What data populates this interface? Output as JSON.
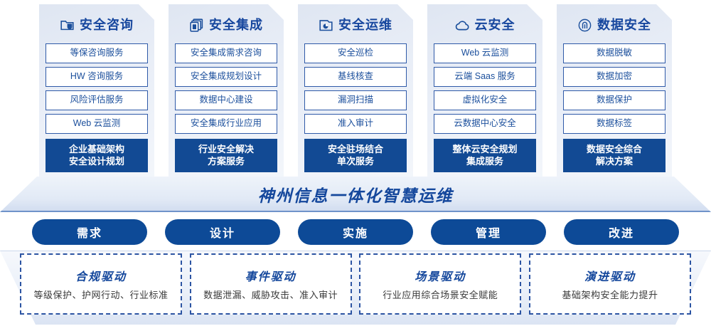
{
  "columns": [
    {
      "icon": "folder-shield-icon",
      "title": "安全咨询",
      "items": [
        "等保咨询服务",
        "HW 咨询服务",
        "风险评估服务",
        "Web 云监测"
      ],
      "summary": [
        "企业基础架构",
        "安全设计规划"
      ]
    },
    {
      "icon": "layers-document-icon",
      "title": "安全集成",
      "items": [
        "安全集成需求咨询",
        "安全集成规划设计",
        "数据中心建设",
        "安全集成行业应用"
      ],
      "summary": [
        "行业安全解决",
        "方案服务"
      ]
    },
    {
      "icon": "monitor-chart-icon",
      "title": "安全运维",
      "items": [
        "安全巡检",
        "基线核查",
        "漏洞扫描",
        "准入审计"
      ],
      "summary": [
        "安全驻场结合",
        "单次服务"
      ]
    },
    {
      "icon": "cloud-icon",
      "title": "云安全",
      "items": [
        "Web 云监测",
        "云端 Saas 服务",
        "虚拟化安全",
        "云数据中心安全"
      ],
      "summary": [
        "整体云安全规划",
        "集成服务"
      ]
    },
    {
      "icon": "fingerprint-icon",
      "title": "数据安全",
      "items": [
        "数据脱敏",
        "数据加密",
        "数据保护",
        "数据标签"
      ],
      "summary": [
        "数据安全综合",
        "解决方案"
      ]
    }
  ],
  "banner": {
    "title": "神州信息一体化智慧运维"
  },
  "stages": [
    {
      "label": "需求"
    },
    {
      "label": "设计"
    },
    {
      "label": "实施"
    },
    {
      "label": "管理"
    },
    {
      "label": "改进"
    }
  ],
  "drivers": [
    {
      "title": "合规驱动",
      "desc": "等级保护、护网行动、行业标准"
    },
    {
      "title": "事件驱动",
      "desc": "数据泄漏、威胁攻击、准入审计"
    },
    {
      "title": "场景驱动",
      "desc": "行业应用综合场景安全赋能"
    },
    {
      "title": "演进驱动",
      "desc": "基础架构安全能力提升"
    }
  ],
  "colors": {
    "brand_blue": "#14479c",
    "deep_blue": "#0d4a97",
    "summary_blue": "#124a94",
    "item_border": "#2f5aa8",
    "panel_bg_light": "#f3f6fb",
    "panel_bg_dark": "#dfe6f2"
  }
}
